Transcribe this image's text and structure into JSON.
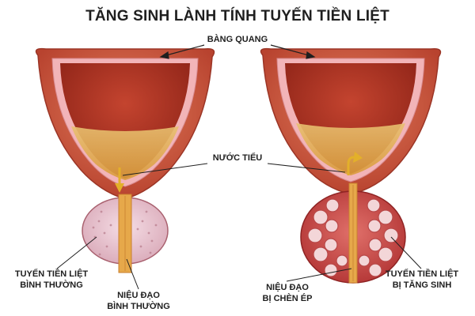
{
  "title": "TĂNG SINH LÀNH TÍNH TUYẾN TIỀN LIỆT",
  "labels": {
    "bladder": "BÀNG QUANG",
    "urine": "NƯỚC TIỂU",
    "normal_gland_line1": "TUYẾN TIỀN LIỆT",
    "normal_gland_line2": "BÌNH THƯỜNG",
    "normal_urethra_line1": "NIỆU ĐẠO",
    "normal_urethra_line2": "BÌNH THƯỜNG",
    "compressed_urethra_line1": "NIỆU ĐẠO",
    "compressed_urethra_line2": "BỊ CHÈN ÉP",
    "enlarged_gland_line1": "TUYẾN TIỀN LIỆT",
    "enlarged_gland_line2": "BỊ TĂNG SINH"
  },
  "colors": {
    "bladder_wall": "#c8503a",
    "bladder_inner": "#a42f22",
    "lining": "#f2b4b8",
    "urine": "#e4b35a",
    "prostate": "#e9c9d3",
    "prostate_enlarged": "#c94a4a",
    "urethra": "#e6a84a"
  }
}
